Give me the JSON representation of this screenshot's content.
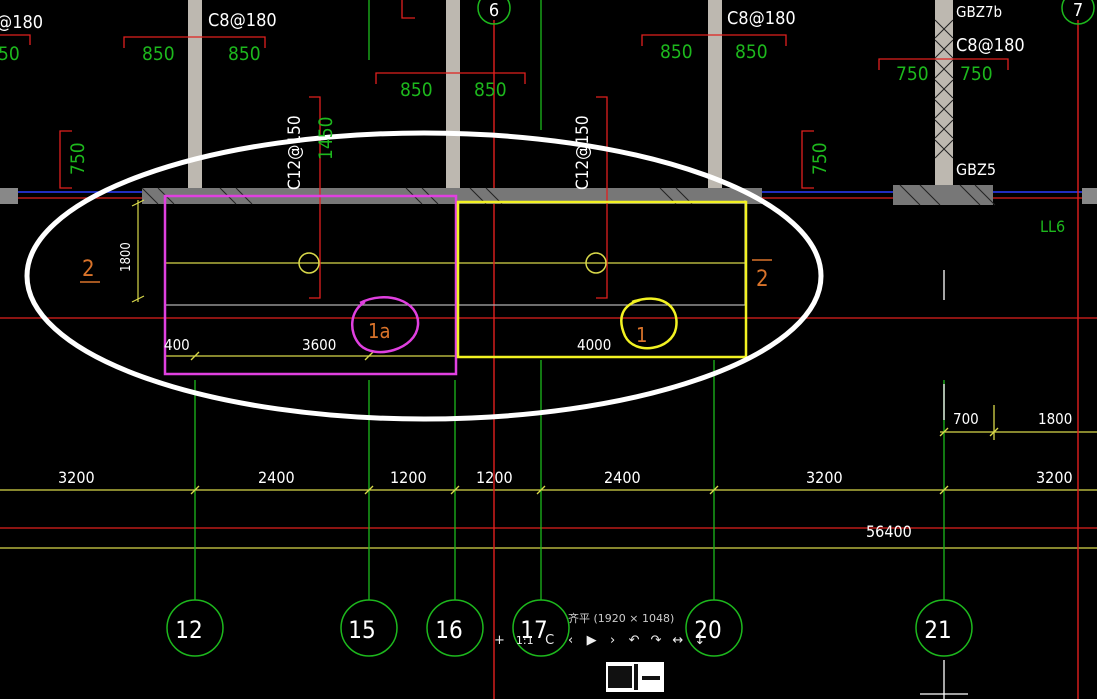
{
  "viewer": {
    "title": "齐平 (1920 × 1048)",
    "tools": [
      {
        "name": "zoom-in",
        "glyph": "+"
      },
      {
        "name": "actual-size",
        "glyph": "1:1"
      },
      {
        "name": "rotate",
        "glyph": "C"
      },
      {
        "name": "previous",
        "glyph": "‹"
      },
      {
        "name": "play",
        "glyph": "▶"
      },
      {
        "name": "next",
        "glyph": "›"
      },
      {
        "name": "undo",
        "glyph": "↶"
      },
      {
        "name": "redo",
        "glyph": "↷"
      },
      {
        "name": "fit-width",
        "glyph": "↔"
      },
      {
        "name": "fit-height",
        "glyph": "↕"
      }
    ]
  },
  "colors": {
    "green": "#1db81d",
    "red": "#e0201e",
    "yellow": "#d8d84a",
    "white": "#ffffff",
    "magenta": "#e040e0",
    "highlight_yellow": "#f2f222",
    "orange": "#d9732a",
    "blue": "#2a3cff",
    "cyan": "#19c7c7"
  },
  "drawing": {
    "rebar_labels": [
      {
        "id": "rb1",
        "text": "@180"
      },
      {
        "id": "rb2",
        "text": "C8@180"
      },
      {
        "id": "rb3",
        "text": "C8@180"
      },
      {
        "id": "rb4",
        "text": "GBZ7b"
      },
      {
        "id": "rb5",
        "text": "C8@180"
      },
      {
        "id": "rb6",
        "text": "GBZ5"
      },
      {
        "id": "rb7",
        "text": "LL6"
      },
      {
        "id": "rb8",
        "text": "C12@150"
      },
      {
        "id": "rb9",
        "text": "C12@150"
      }
    ],
    "top_dims": [
      {
        "id": "td1",
        "text": "50"
      },
      {
        "id": "td2",
        "text": "850"
      },
      {
        "id": "td3",
        "text": "850"
      },
      {
        "id": "td4",
        "text": "850"
      },
      {
        "id": "td5",
        "text": "850"
      },
      {
        "id": "td6",
        "text": "850"
      },
      {
        "id": "td7",
        "text": "850"
      },
      {
        "id": "td8",
        "text": "750"
      },
      {
        "id": "td9",
        "text": "750"
      },
      {
        "id": "td10",
        "text": "750"
      },
      {
        "id": "td11",
        "text": "750"
      },
      {
        "id": "td12",
        "text": "1450"
      }
    ],
    "beam_dims": [
      {
        "id": "bd1",
        "text": "1800"
      },
      {
        "id": "bd2",
        "text": "400"
      },
      {
        "id": "bd3",
        "text": "3600"
      },
      {
        "id": "bd4",
        "text": "4000"
      },
      {
        "id": "bd5",
        "text": "700"
      },
      {
        "id": "bd6",
        "text": "1800"
      }
    ],
    "section_marks": [
      {
        "id": "sm1",
        "text": "2"
      },
      {
        "id": "sm2",
        "text": "2"
      }
    ],
    "annotations": [
      {
        "id": "an1",
        "text": "1a"
      },
      {
        "id": "an2",
        "text": "1"
      }
    ],
    "axis_dims": [
      "3200",
      "2400",
      "1200",
      "1200",
      "2400",
      "3200",
      "3200"
    ],
    "total_dim": "56400",
    "grid_axes": [
      "12",
      "15",
      "16",
      "17",
      "20",
      "21"
    ],
    "top_axes": [
      "6",
      "7"
    ]
  }
}
